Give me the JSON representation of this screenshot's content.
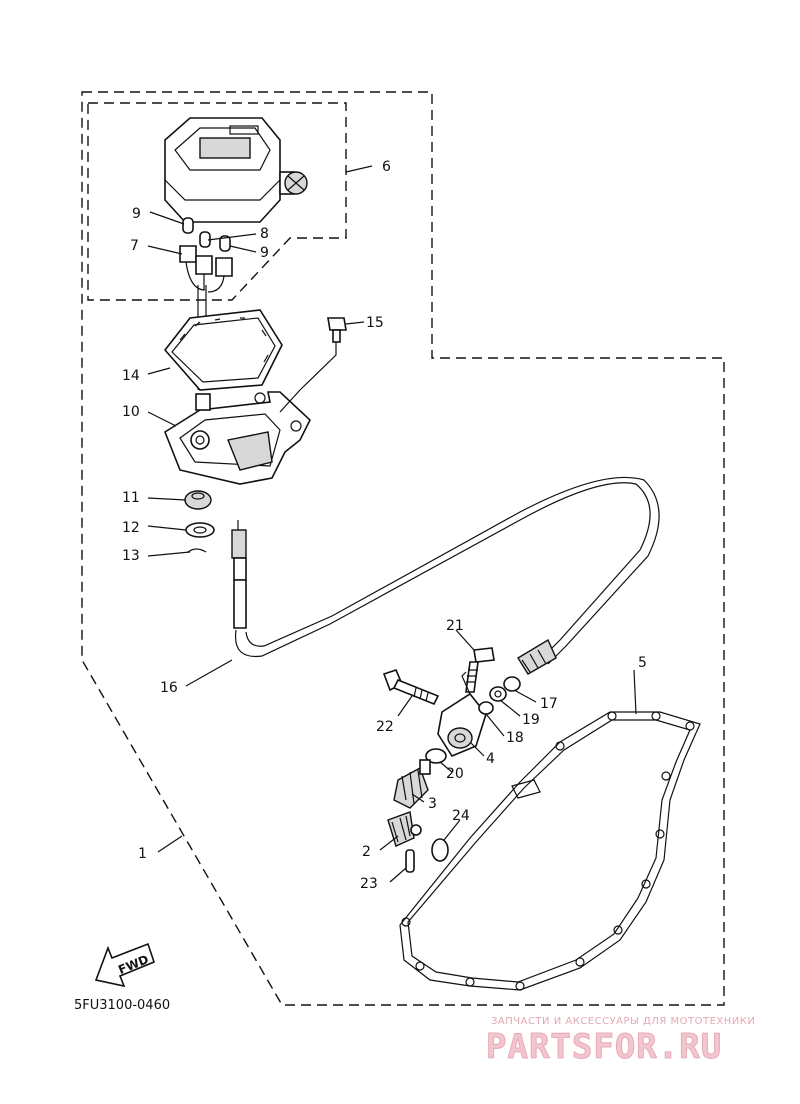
{
  "diagram": {
    "code": "5FU3100-0460",
    "fwd_label": "FWD",
    "watermark": {
      "tagline": "ЗАПЧАСТИ И АКСЕССУАРЫ ДЛЯ МОТОТЕХНИКИ",
      "brand": "PARTSFOR.RU"
    },
    "callouts": [
      "1",
      "2",
      "3",
      "4",
      "5",
      "6",
      "7",
      "8",
      "9",
      "9",
      "10",
      "11",
      "12",
      "13",
      "14",
      "15",
      "16",
      "17",
      "18",
      "19",
      "20",
      "21",
      "22",
      "23",
      "24"
    ]
  }
}
